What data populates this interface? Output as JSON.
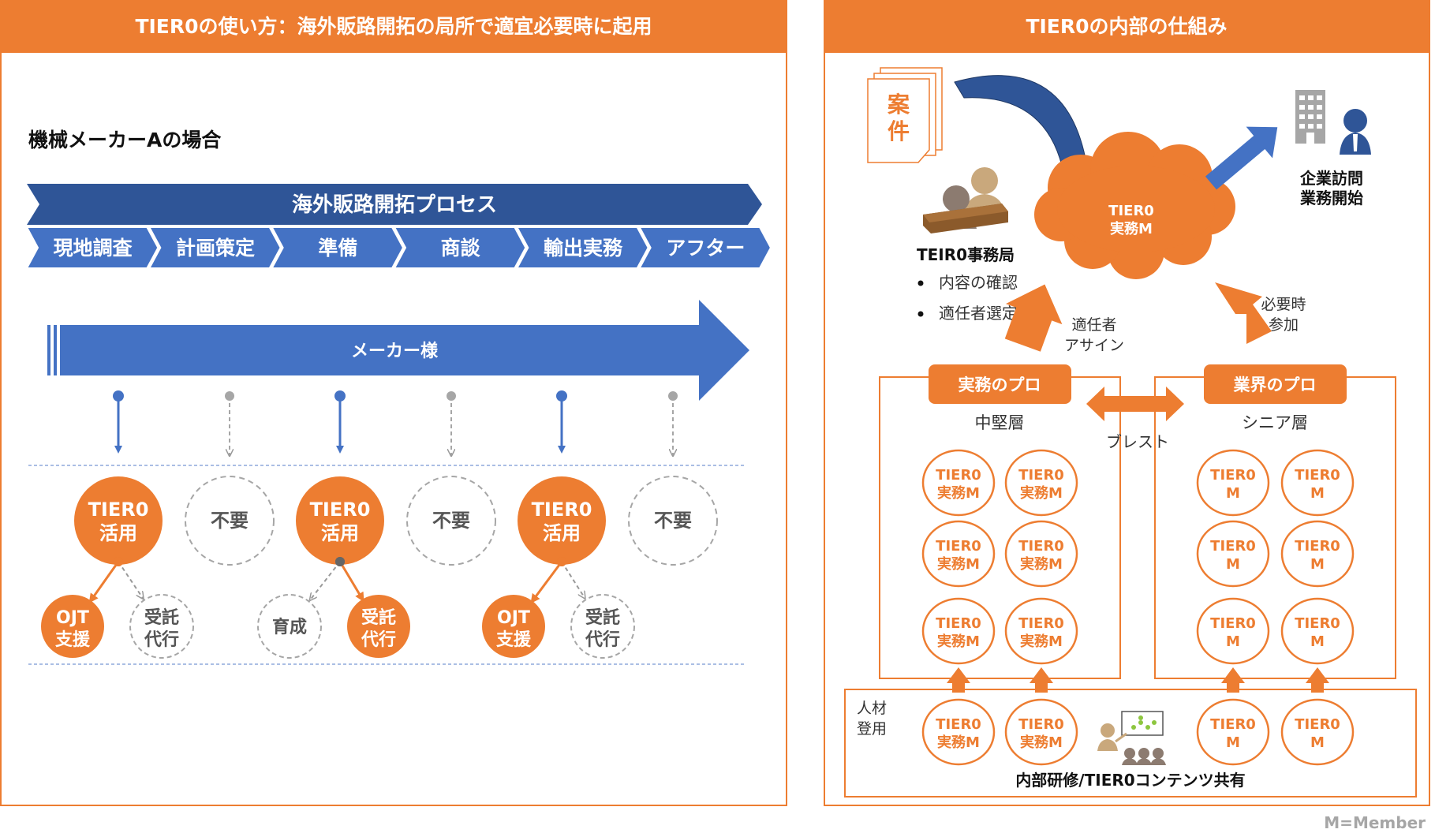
{
  "left_panel": {
    "title": "TIER0の使い方：海外販路開拓の局所で適宜必要時に起用",
    "case_label": "機械メーカーAの場合",
    "process": {
      "title": "海外販路開拓プロセス",
      "steps": [
        "現地調査",
        "計画策定",
        "準備",
        "商談",
        "輸出実務",
        "アフター"
      ]
    },
    "maker_arrow_label": "メーカー様",
    "phase_circles": [
      {
        "l1": "TIER0",
        "l2": "活用",
        "active": true
      },
      {
        "l1": "不要",
        "l2": "",
        "active": false
      },
      {
        "l1": "TIER0",
        "l2": "活用",
        "active": true
      },
      {
        "l1": "不要",
        "l2": "",
        "active": false
      },
      {
        "l1": "TIER0",
        "l2": "活用",
        "active": true
      },
      {
        "l1": "不要",
        "l2": "",
        "active": false
      }
    ],
    "sub_circles": [
      {
        "l1": "OJT",
        "l2": "支援",
        "style": "filled"
      },
      {
        "l1": "受託",
        "l2": "代行",
        "style": "dashed"
      },
      {
        "l1": "育成",
        "l2": "",
        "style": "dashed"
      },
      {
        "l1": "受託",
        "l2": "代行",
        "style": "filled"
      },
      {
        "l1": "OJT",
        "l2": "支援",
        "style": "filled"
      },
      {
        "l1": "受託",
        "l2": "代行",
        "style": "dashed"
      }
    ]
  },
  "right_panel": {
    "title": "TIER0の内部の仕組み",
    "case_doc": {
      "l1": "案",
      "l2": "件"
    },
    "cloud": {
      "l1": "TIER0",
      "l2": "実務M"
    },
    "office_label": {
      "l1": "TEIR0事務局"
    },
    "office_bullets": [
      "内容の確認",
      "適任者選定"
    ],
    "visit_label": {
      "l1": "企業訪問",
      "l2": "業務開始"
    },
    "assign_label": {
      "l1": "適任者",
      "l2": "アサイン"
    },
    "join_label": {
      "l1": "必要時",
      "l2": "参加"
    },
    "pro_boxes": [
      {
        "tag": "実務のプロ",
        "layer": "中堅層"
      },
      {
        "tag": "業界のプロ",
        "layer": "シニア層"
      }
    ],
    "brainstorm_label": "ブレスト",
    "practical_member": {
      "l1": "TIER0",
      "l2": "実務M"
    },
    "industry_member": {
      "l1": "TIER0",
      "l2": "M"
    },
    "recruit_label": {
      "l1": "人材",
      "l2": "登用"
    },
    "training_label": "内部研修/TIER0コンテンツ共有"
  },
  "footnote": "M=Member",
  "colors": {
    "orange": "#ED7D31",
    "blue_dark": "#2F5597",
    "blue": "#4472C4",
    "gray": "#A6A6A6"
  }
}
